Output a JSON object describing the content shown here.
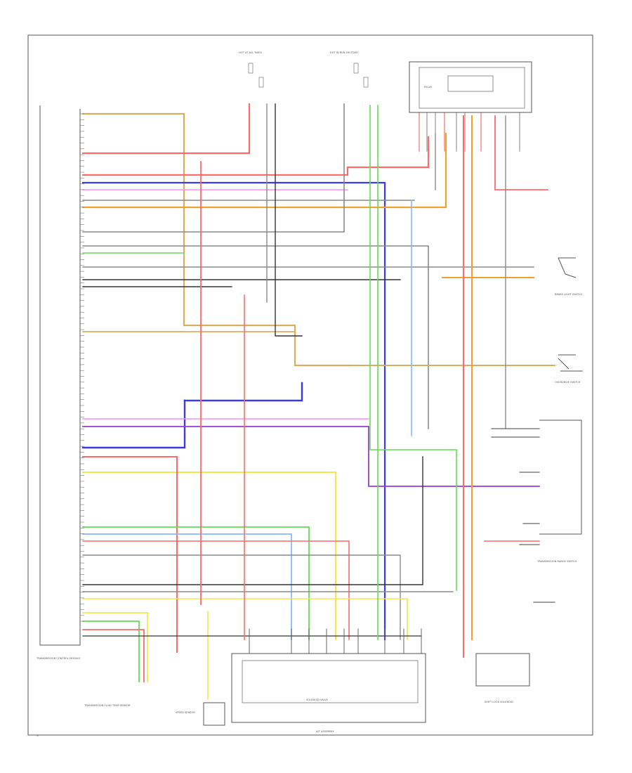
{
  "diagram": {
    "title": "",
    "components": {
      "tcm_label": "TRANSMISSION CONTROL MODULE",
      "solenoid_valve": "SOLENOID VALVE",
      "a_t_assembly": "A/T ASSEMBLY",
      "trans_range_switch": "TRANSMISSION RANGE SWITCH",
      "relay_box": "RELAY",
      "brake_light_switch": "BRAKE LIGHT SWITCH",
      "overdrive_switch": "OVERDRIVE SWITCH",
      "fuse_hot_at_all_times": "HOT AT ALL TIMES",
      "fuse_hot_in_run": "HOT IN RUN OR START",
      "trans_fluid_temp_sensor": "TRANSMISSION FLUID TEMP SENSOR",
      "speed_sensor": "SPEED SENSOR",
      "shift_lock": "SHIFT LOCK SOLENOID",
      "g_ground": "G"
    }
  },
  "colors": {
    "red": "#ff6a6a",
    "blue": "#3a3ae6",
    "green": "#66dd55",
    "yellow": "#f2e84a",
    "orange": "#f2a030",
    "tan": "#d6b060",
    "violet": "#9a3ad6",
    "pink": "#ff88ff",
    "gray": "#8a8a8a",
    "dark": "#333333",
    "ltblue": "#8ab8ff",
    "wire_border": "#888888"
  }
}
